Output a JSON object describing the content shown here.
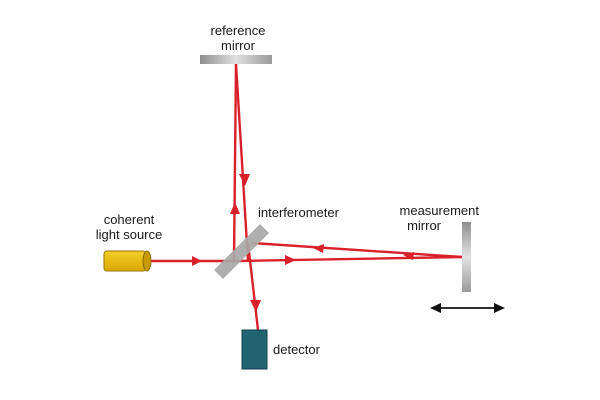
{
  "labels": {
    "reference_mirror": [
      "reference",
      "mirror"
    ],
    "coherent_light_source": [
      "coherent",
      "light source"
    ],
    "interferometer": "interferometer",
    "measurement_mirror": [
      "measurement",
      "mirror"
    ],
    "detector": "detector"
  },
  "colors": {
    "beam": "#d9212b",
    "source_body": "#e6b800",
    "source_rim": "#9a7700",
    "detector_body": "#1f6470",
    "mirror": "#b9b9b9",
    "arrow": "#111111"
  },
  "icons": {
    "source": "laser-source-icon",
    "detector": "detector-icon",
    "beam_splitter": "beam-splitter-icon",
    "movement_arrow": "double-arrow-icon"
  }
}
